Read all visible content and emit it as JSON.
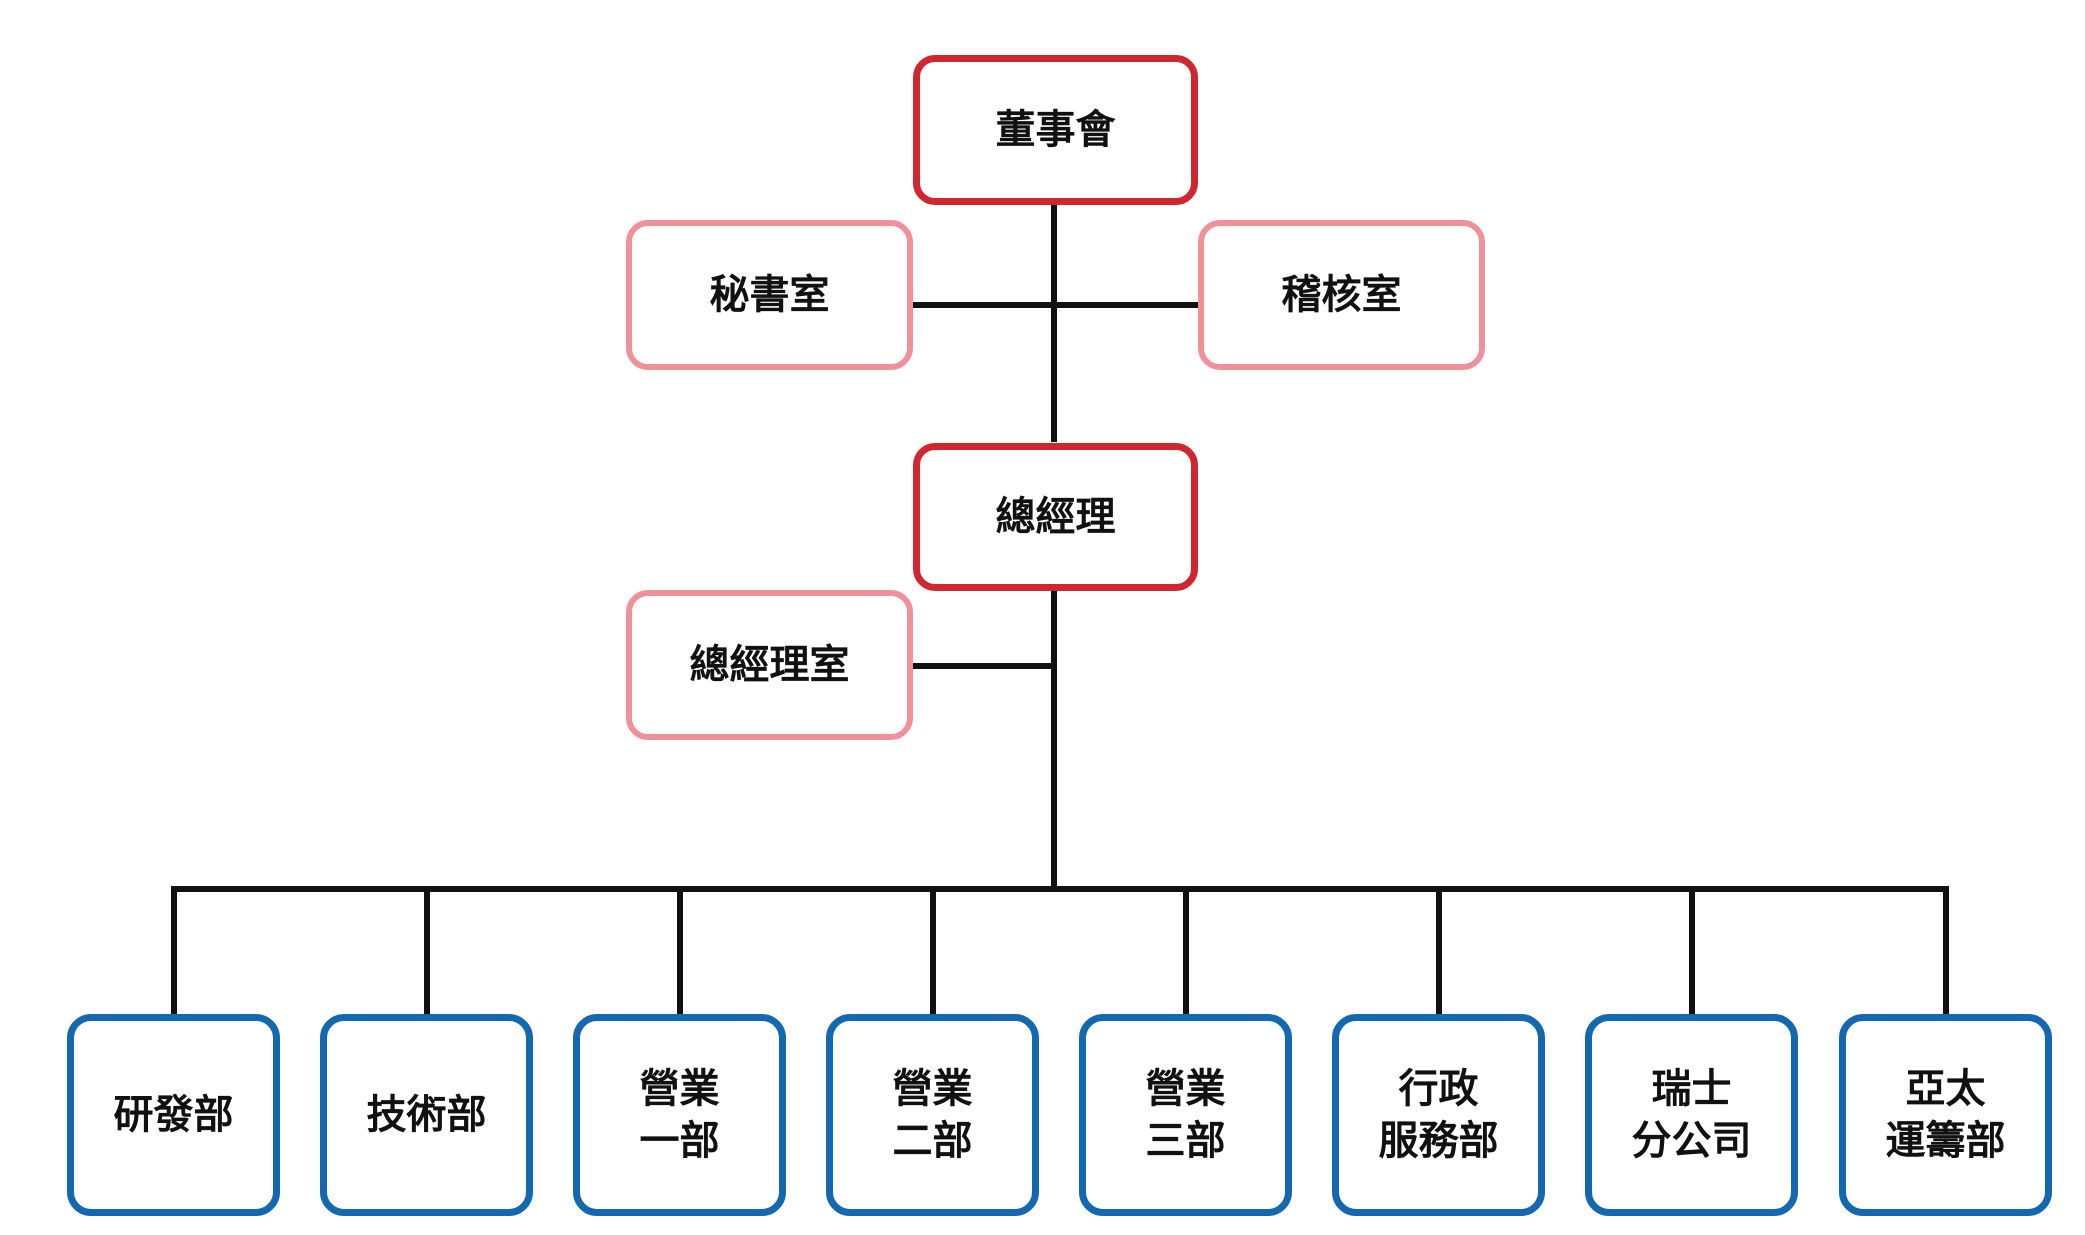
{
  "colors": {
    "executive_border": "#d0262f",
    "staff_border": "#f0909a",
    "department_border": "#1468b0",
    "connector": "#111111",
    "text": "#111111"
  },
  "executive": {
    "board": "董事會",
    "general_manager": "總經理"
  },
  "staff_units": {
    "secretary_office": "秘書室",
    "audit_office": "稽核室",
    "gm_office": "總經理室"
  },
  "departments": [
    "研發部",
    "技術部",
    "營業\n一部",
    "營業\n二部",
    "營業\n三部",
    "行政\n服務部",
    "瑞士\n分公司",
    "亞太\n運籌部"
  ]
}
